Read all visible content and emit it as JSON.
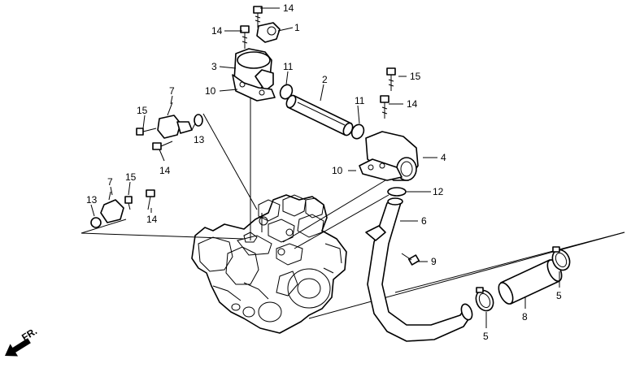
{
  "direction_label": "FR.",
  "callouts": [
    {
      "id": "c14a",
      "text": "14"
    },
    {
      "id": "c1",
      "text": "1"
    },
    {
      "id": "c14b",
      "text": "14"
    },
    {
      "id": "c3",
      "text": "3"
    },
    {
      "id": "c11a",
      "text": "11"
    },
    {
      "id": "c2",
      "text": "2"
    },
    {
      "id": "c10a",
      "text": "10"
    },
    {
      "id": "c15a",
      "text": "15"
    },
    {
      "id": "c14c",
      "text": "14"
    },
    {
      "id": "c7a",
      "text": "7"
    },
    {
      "id": "c15b",
      "text": "15"
    },
    {
      "id": "c13a",
      "text": "13"
    },
    {
      "id": "c11b",
      "text": "11"
    },
    {
      "id": "c4",
      "text": "4"
    },
    {
      "id": "c14d",
      "text": "14"
    },
    {
      "id": "c10b",
      "text": "10"
    },
    {
      "id": "c12",
      "text": "12"
    },
    {
      "id": "c7b",
      "text": "7"
    },
    {
      "id": "c15c",
      "text": "15"
    },
    {
      "id": "c13b",
      "text": "13"
    },
    {
      "id": "c14e",
      "text": "14"
    },
    {
      "id": "c6",
      "text": "6"
    },
    {
      "id": "c9",
      "text": "9"
    },
    {
      "id": "c5a",
      "text": "5"
    },
    {
      "id": "c8",
      "text": "8"
    },
    {
      "id": "c5b",
      "text": "5"
    }
  ]
}
